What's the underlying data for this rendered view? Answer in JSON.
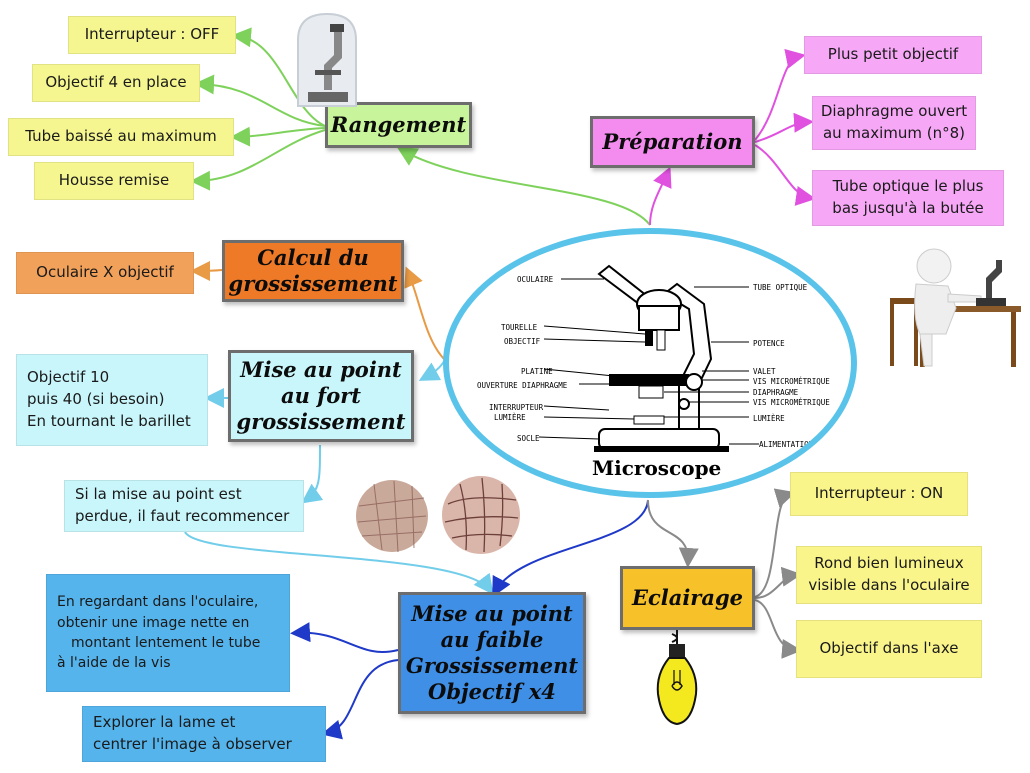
{
  "center": {
    "title": "Microscope"
  },
  "microscope_labels": {
    "oculaire": "OCULAIRE",
    "tourelle": "TOURELLE",
    "objectif": "OBJECTIF",
    "platine": "PLATINE",
    "ouverture": "OUVERTURE DIAPHRAGME",
    "interrupteur": "INTERRUPTEUR",
    "lumiere_left": "LUMIÈRE",
    "socle": "SOCLE",
    "tube": "TUBE OPTIQUE",
    "potence": "POTENCE",
    "valet": "VALET",
    "vis_micro": "VIS MICROMÉTRIQUE",
    "diaphragme": "DIAPHRAGME",
    "vis_macro": "VIS MICROMÉTRIQUE",
    "lumiere_right": "LUMIÈRE",
    "alimentation": "ALIMENTATION"
  },
  "rangement": {
    "title": "Rangement",
    "items": [
      "Interrupteur : OFF",
      "Objectif 4 en place",
      "Tube baissé au maximum",
      "Housse remise"
    ],
    "color": "#c8f59b"
  },
  "preparation": {
    "title": "Préparation",
    "items": [
      "Plus petit objectif",
      "Diaphragme ouvert au maximum (n°8)",
      "Tube optique le plus bas jusqu'à la butée"
    ],
    "item_lines": [
      [
        "Plus petit objectif"
      ],
      [
        "Diaphragme ouvert",
        "au maximum (n°8)"
      ],
      [
        "Tube optique le plus",
        "bas jusqu'à la butée"
      ]
    ],
    "color": "#f48cf0"
  },
  "calcul": {
    "title_lines": [
      "Calcul du",
      "grossissement"
    ],
    "items": [
      "Oculaire X objectif"
    ],
    "color": "#ee7a28"
  },
  "fort": {
    "title_lines": [
      "Mise au point",
      "au fort",
      "grossissement"
    ],
    "items": [
      [
        "Objectif 10",
        "puis 40 (si besoin)",
        "En tournant le barillet"
      ],
      [
        "Si la mise au point est",
        "perdue, il faut recommencer"
      ]
    ],
    "color": "#c9f6fb"
  },
  "faible": {
    "title_lines": [
      "Mise au point",
      "au faible",
      "Grossissement",
      "Objectif x4"
    ],
    "items": [
      [
        "En regardant dans l'oculaire,",
        "obtenir une image nette en",
        "montant lentement le tube",
        "à l'aide de la vis"
      ],
      [
        "Explorer la lame et",
        "centrer l'image à observer"
      ]
    ],
    "color": "#3f8fe7"
  },
  "eclairage": {
    "title": "Eclairage",
    "items": [
      [
        "Interrupteur : ON"
      ],
      [
        "Rond bien lumineux",
        "visible dans l'oculaire"
      ],
      [
        "Objectif dans l'axe"
      ]
    ],
    "color": "#f7c12a"
  },
  "colors": {
    "green_link": "#7ed25c",
    "pink_link": "#e051e0",
    "orange_link": "#e89a45",
    "cyan_link": "#72cdea",
    "blue_link": "#1f39c8",
    "grey_link": "#8a8a8a",
    "center_border": "#59c3ea"
  },
  "icons": [
    "microscope-cover-icon",
    "student-at-microscope-icon",
    "lightbulb-icon",
    "micrograph-cells-icon"
  ]
}
